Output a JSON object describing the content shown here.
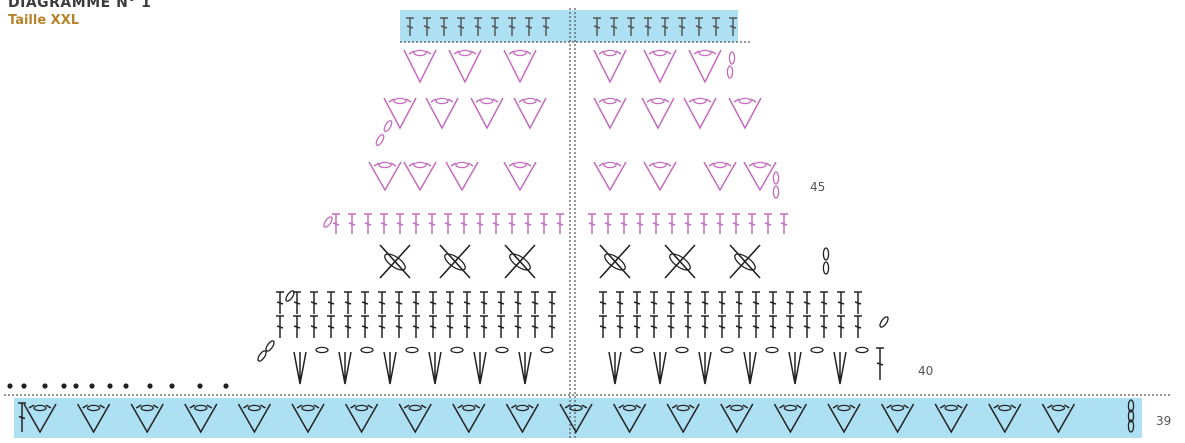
{
  "header": {
    "title": "DIAGRAMME N° 1",
    "subtitle": "Taille XXL"
  },
  "row_numbers": {
    "r39": "39",
    "r40": "40",
    "r45": "45"
  },
  "colors": {
    "title": "#3c3c3c",
    "subtitle": "#b7822a",
    "highlight_band": "#aee0f4",
    "stitch_dark": "#222222",
    "stitch_pink": "#c46bbf",
    "guide_line": "#555555",
    "label": "#555555"
  }
}
